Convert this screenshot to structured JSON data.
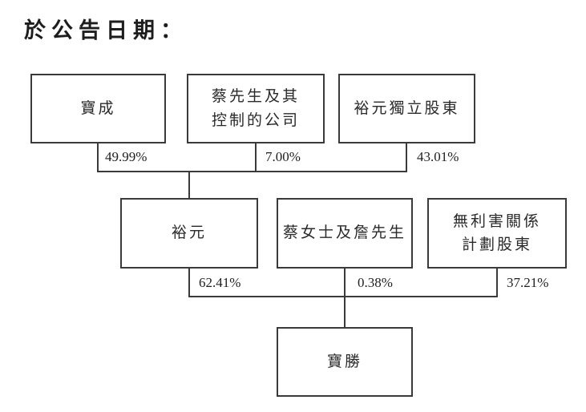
{
  "title": "於公告日期：",
  "diagram": {
    "level1": {
      "boxes": [
        {
          "label": "寶成"
        },
        {
          "label": "蔡先生及其\n控制的公司"
        },
        {
          "label": "裕元獨立股東"
        }
      ],
      "percentages": [
        "49.99%",
        "7.00%",
        "43.01%"
      ]
    },
    "level2": {
      "boxes": [
        {
          "label": "裕元"
        },
        {
          "label": "蔡女士及詹先生"
        },
        {
          "label": "無利害關係\n計劃股東"
        }
      ],
      "percentages": [
        "62.41%",
        "0.38%",
        "37.21%"
      ]
    },
    "level3": {
      "boxes": [
        {
          "label": "寶勝"
        }
      ]
    },
    "line_color": "#3a3a3a"
  }
}
